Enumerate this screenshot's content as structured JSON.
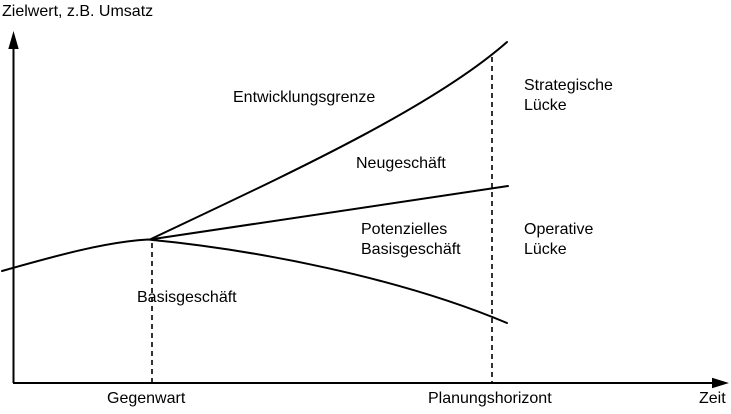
{
  "axes": {
    "y_label": "Zielwert, z.B. Umsatz",
    "x_label": "Zeit"
  },
  "timeline": {
    "gegenwart": "Gegenwart",
    "planungshorizont": "Planungshorizont"
  },
  "curves": {
    "entwicklungsgrenze": "Entwicklungsgrenze",
    "neugeschaeft": "Neugeschäft",
    "potenzielles_basisgeschaeft": "Potenzielles Basisgeschäft",
    "basisgeschaeft": "Basisgeschäft"
  },
  "gaps": {
    "strategische_luecke": "Strategische Lücke",
    "operative_luecke": "Operative Lücke"
  },
  "colors": {
    "line": "#000000",
    "background": "#ffffff",
    "text": "#000000"
  }
}
